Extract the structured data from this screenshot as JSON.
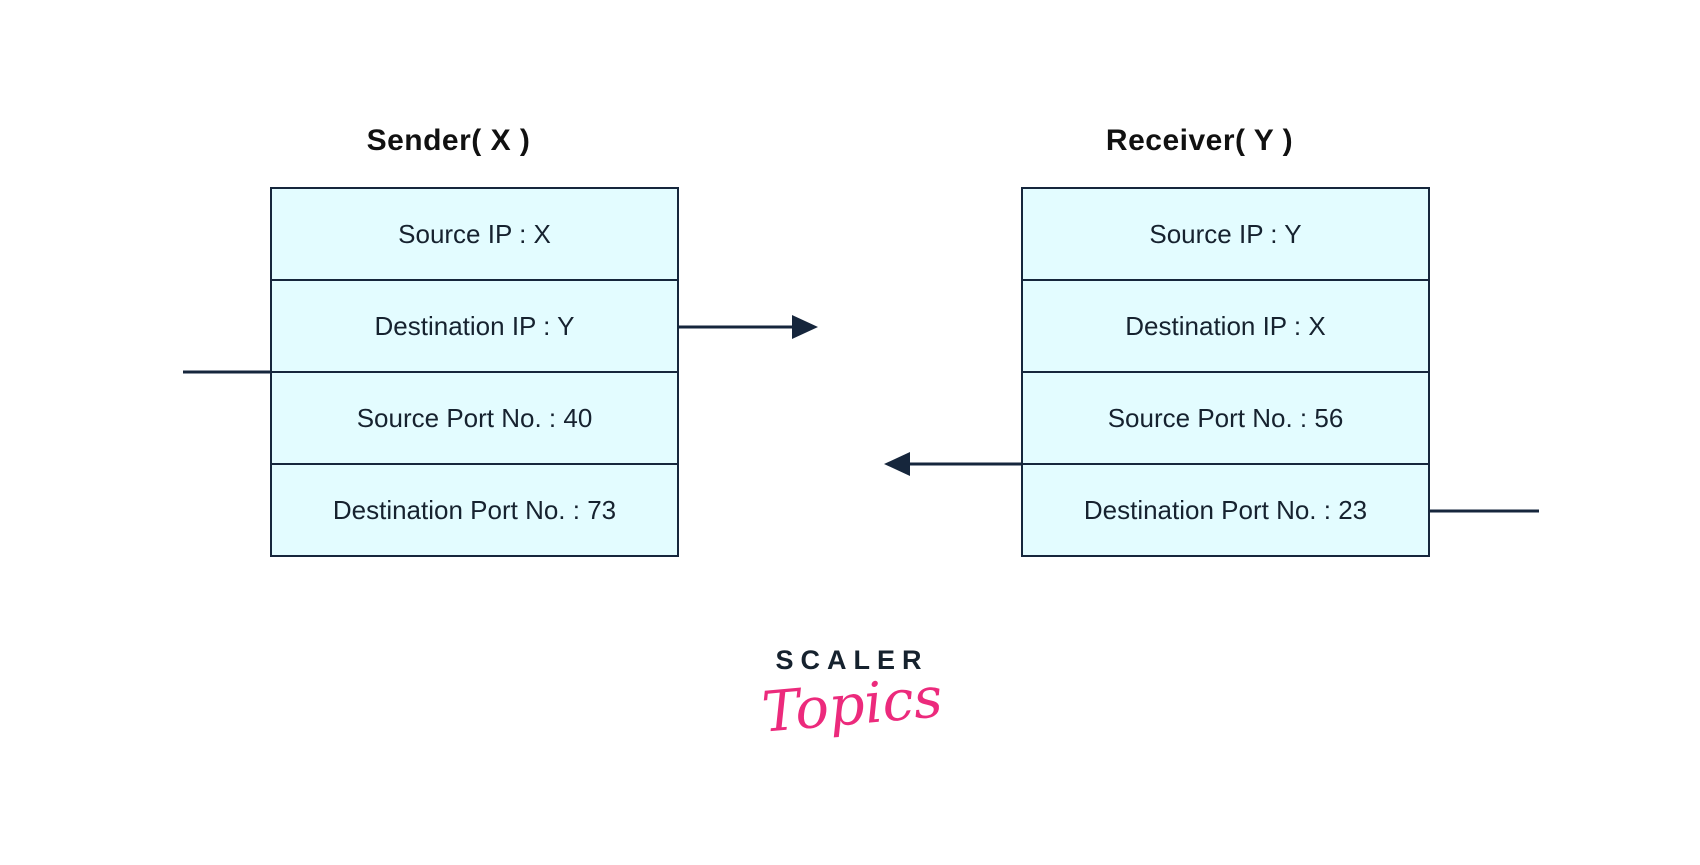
{
  "diagram": {
    "sender": {
      "title": "Sender( X )",
      "rows": {
        "source_ip": "Source IP : X",
        "destination_ip": "Destination IP : Y",
        "source_port": "Source Port No. : 40",
        "destination_port": "Destination Port No. : 73"
      }
    },
    "receiver": {
      "title": "Receiver( Y )",
      "rows": {
        "source_ip": "Source IP : Y",
        "destination_ip": "Destination IP : X",
        "source_port": "Source Port No. : 56",
        "destination_port": "Destination Port No. : 23"
      }
    }
  },
  "logo": {
    "brand": "SCALER",
    "sub": "Topics"
  },
  "theme": {
    "background": "#ffffff",
    "table_fill": "#e3fcff",
    "line_color": "#16263c",
    "title_color": "#111111",
    "text_color": "#16222f",
    "brand_navy": "#16222e",
    "brand_pink": "#ec2a7c"
  }
}
